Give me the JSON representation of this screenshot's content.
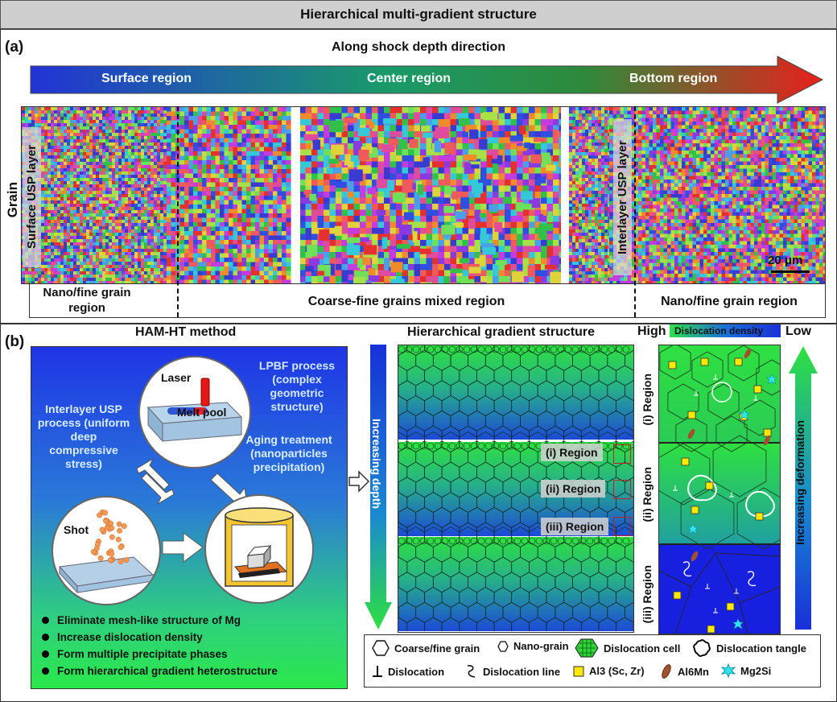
{
  "title": "Hierarchical multi-gradient structure",
  "panel_a": {
    "label": "(a)",
    "direction_title": "Along shock depth direction",
    "arrow_regions": [
      "Surface region",
      "Center region",
      "Bottom region"
    ],
    "grain_label": "Grain",
    "surface_layer": "Surface USP layer",
    "interlayer_layer": "Interlayer USP layer",
    "scale_bar": "20 μm",
    "bottom_regions": [
      "Nano/fine grain region",
      "Coarse-fine grains mixed region",
      "Nano/fine grain region"
    ]
  },
  "panel_b": {
    "label": "(b)",
    "method_title": "HAM-HT method",
    "structure_title": "Hierarchical gradient structure",
    "laser": "Laser",
    "melt_pool": "Melt pool",
    "lpbf_text": "LPBF process (complex geometric structure)",
    "interlayer_text": "Interlayer USP process (uniform deep compressive stress)",
    "aging_text": "Aging treatment (nanoparticles precipitation)",
    "shot": "Shot",
    "bullets": [
      "Eliminate mesh-like structure of Mg",
      "Increase dislocation density",
      "Form multiple precipitate phases",
      "Form hierarchical gradient heterostructure"
    ],
    "increasing_depth": "Increasing depth",
    "regions": [
      "(i) Region",
      "(ii) Region",
      "(iii) Region"
    ],
    "density_high": "High",
    "density_low": "Low",
    "density_label": "Dislocation density",
    "increasing_deformation": "Increasing deformation",
    "legend": {
      "coarse_fine_grain": "Coarse/fine grain",
      "nano_grain": "Nano-grain",
      "dislocation_cell": "Dislocation cell",
      "dislocation_tangle": "Dislocation tangle",
      "dislocation": "Dislocation",
      "dislocation_line": "Dislocation line",
      "al3": "Al3 (Sc, Zr)",
      "al6mn": "Al6Mn",
      "mg2si": "Mg2Si"
    }
  }
}
